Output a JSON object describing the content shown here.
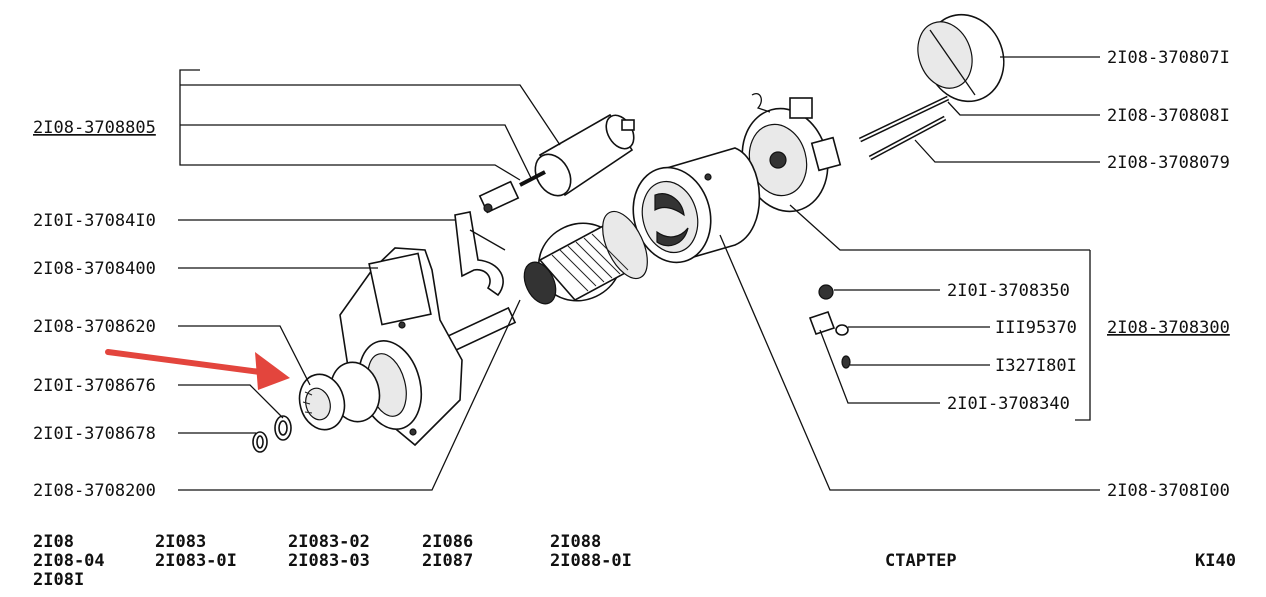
{
  "left_labels": [
    {
      "id": "solenoid_group",
      "text": "2I08-3708805",
      "underlined": true
    },
    {
      "id": "fork",
      "text": "2I0I-37084I0"
    },
    {
      "id": "drive_housing",
      "text": "2I08-3708400"
    },
    {
      "id": "clutch",
      "text": "2I08-3708620"
    },
    {
      "id": "stop_ring",
      "text": "2I0I-3708676"
    },
    {
      "id": "lock_ring",
      "text": "2I0I-3708678"
    },
    {
      "id": "armature",
      "text": "2I08-3708200"
    }
  ],
  "right_labels": [
    {
      "id": "cover",
      "text": "2I08-370807I"
    },
    {
      "id": "stud",
      "text": "2I08-370808I"
    },
    {
      "id": "screw",
      "text": "2I08-3708079"
    },
    {
      "id": "brush_spring",
      "text": "2I0I-3708350"
    },
    {
      "id": "washer",
      "text": "III95370"
    },
    {
      "id": "bolt",
      "text": "I327I80I"
    },
    {
      "id": "brush",
      "text": "2I0I-3708340"
    },
    {
      "id": "commutator_cover",
      "text": "2I08-3708300",
      "underlined": true
    },
    {
      "id": "stator",
      "text": "2I08-3708I00"
    }
  ],
  "models": [
    [
      "2I08",
      "2I08-04",
      "2I08I"
    ],
    [
      "2I083",
      "2I083-0I"
    ],
    [
      "2I083-02",
      "2I083-03"
    ],
    [
      "2I086",
      "2I087"
    ],
    [
      "2I088",
      "2I088-0I"
    ]
  ],
  "title": "СТАРТЕР",
  "page_code": "КI40",
  "colors": {
    "arrow": "#e3453d",
    "ink": "#111111"
  },
  "icons": [
    "starter-solenoid-icon",
    "armature-icon",
    "stator-housing-icon",
    "drive-clutch-icon",
    "brush-holder-icon"
  ]
}
